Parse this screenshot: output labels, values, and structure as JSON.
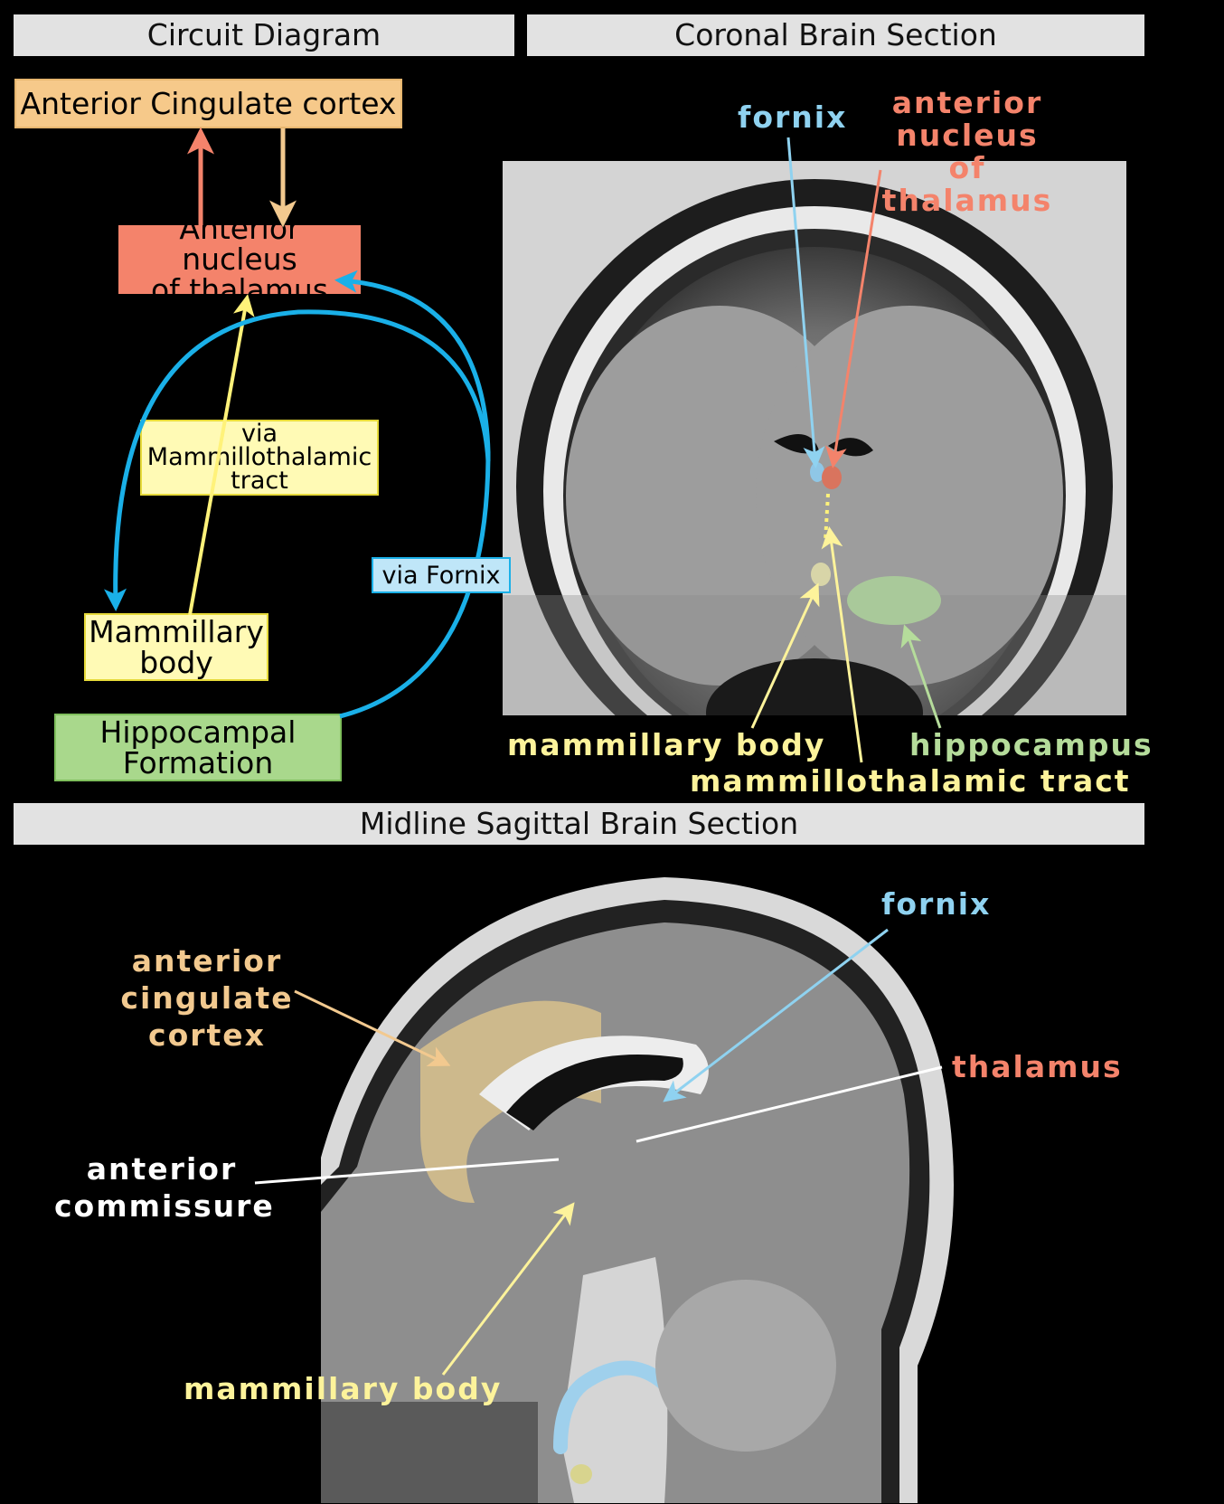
{
  "headers": {
    "circuit": "Circuit Diagram",
    "coronal": "Coronal  Brain Section",
    "sagittal": "Midline Sagittal  Brain Section"
  },
  "circuit": {
    "acc": "Anterior Cingulate cortex",
    "ant_nucleus_line1": "Anterior nucleus",
    "ant_nucleus_line2": "of thalamus",
    "mtt_line1": "via",
    "mtt_line2": "Mammillothalamic",
    "mtt_line3": "tract",
    "fornix": "via Fornix",
    "mammillary_line1": "Mammillary",
    "mammillary_line2": "body",
    "hippo_line1": "Hippocampal",
    "hippo_line2": "Formation"
  },
  "coronal": {
    "fornix": "fornix",
    "ant_nuc_line1": "anterior",
    "ant_nuc_line2": "nucleus of",
    "ant_nuc_line3": "thalamus",
    "mammillary": "mammillary body",
    "mtt": "mammillothalamic tract",
    "hippocampus": "hippocampus"
  },
  "sagittal": {
    "fornix": "fornix",
    "acc_line1": "anterior cingulate",
    "acc_line2": "cortex",
    "thalamus": "thalamus",
    "ac_line1": "anterior",
    "ac_line2": "commissure",
    "mammillary": "mammillary body"
  },
  "colors": {
    "acc": "#f6c98a",
    "thalamus": "#f4836b",
    "fornix": "#1ab0e8",
    "mtt": "#fff27a",
    "mammillary": "#fffab5",
    "hippocampus": "#a9d88c",
    "label_fornix": "#8fd2f0",
    "label_thal": "#f4836b",
    "label_acc": "#f2c98f",
    "label_yellow": "#fdf39b",
    "label_green": "#b5dc9b"
  }
}
